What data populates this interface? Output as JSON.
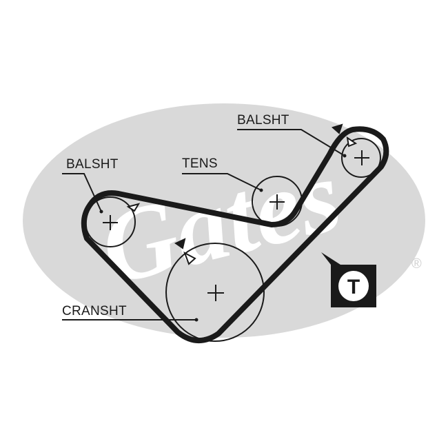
{
  "watermark": {
    "text": "Gates",
    "registered_mark": "®",
    "color": "#d9d9d9"
  },
  "labels": {
    "balsht_left": "BALSHT",
    "balsht_right": "BALSHT",
    "tens": "TENS",
    "cranksht": "CRANSHT"
  },
  "tensioner_badge": {
    "letter": "T"
  },
  "colors": {
    "ink": "#1a1a1a",
    "watermark": "#d9d9d9",
    "background": "#ffffff"
  }
}
